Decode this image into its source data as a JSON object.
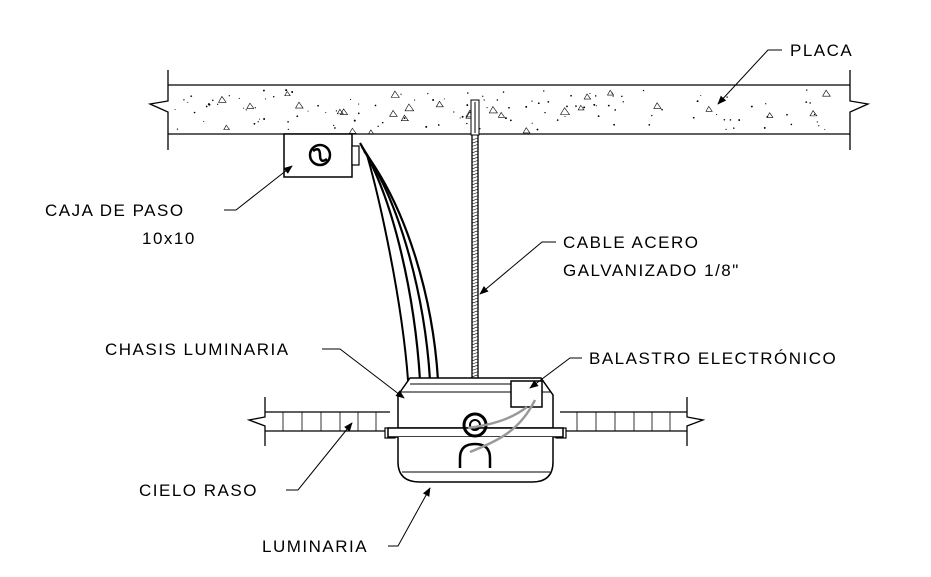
{
  "colors": {
    "line": "#000000",
    "wire_gray": "#999999",
    "background": "#ffffff"
  },
  "labels": {
    "placa": "PLACA",
    "caja_de_paso_1": "CAJA DE PASO",
    "caja_de_paso_2": "10x10",
    "cable_acero_1": "CABLE ACERO",
    "cable_acero_2": "GALVANIZADO 1/8\"",
    "chasis_luminaria": "CHASIS LUMINARIA",
    "balastro": "BALASTRO ELECTRÓNICO",
    "cielo_raso": "CIELO RASO",
    "luminaria": "LUMINARIA"
  }
}
